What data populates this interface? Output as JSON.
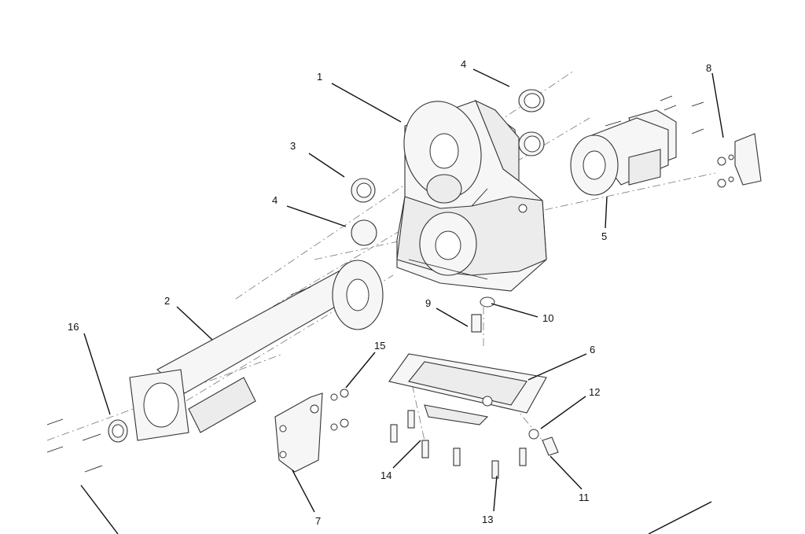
{
  "diagram": {
    "callouts": [
      {
        "id": "c1",
        "label": "1"
      },
      {
        "id": "c2",
        "label": "2"
      },
      {
        "id": "c3",
        "label": "3"
      },
      {
        "id": "c4a",
        "label": "4"
      },
      {
        "id": "c4b",
        "label": "4"
      },
      {
        "id": "c5",
        "label": "5"
      },
      {
        "id": "c6",
        "label": "6"
      },
      {
        "id": "c7",
        "label": "7"
      },
      {
        "id": "c8",
        "label": "8"
      },
      {
        "id": "c9",
        "label": "9"
      },
      {
        "id": "c10",
        "label": "10"
      },
      {
        "id": "c11",
        "label": "11"
      },
      {
        "id": "c12",
        "label": "12"
      },
      {
        "id": "c13",
        "label": "13"
      },
      {
        "id": "c14",
        "label": "14"
      },
      {
        "id": "c15",
        "label": "15"
      },
      {
        "id": "c16",
        "label": "16"
      }
    ]
  }
}
